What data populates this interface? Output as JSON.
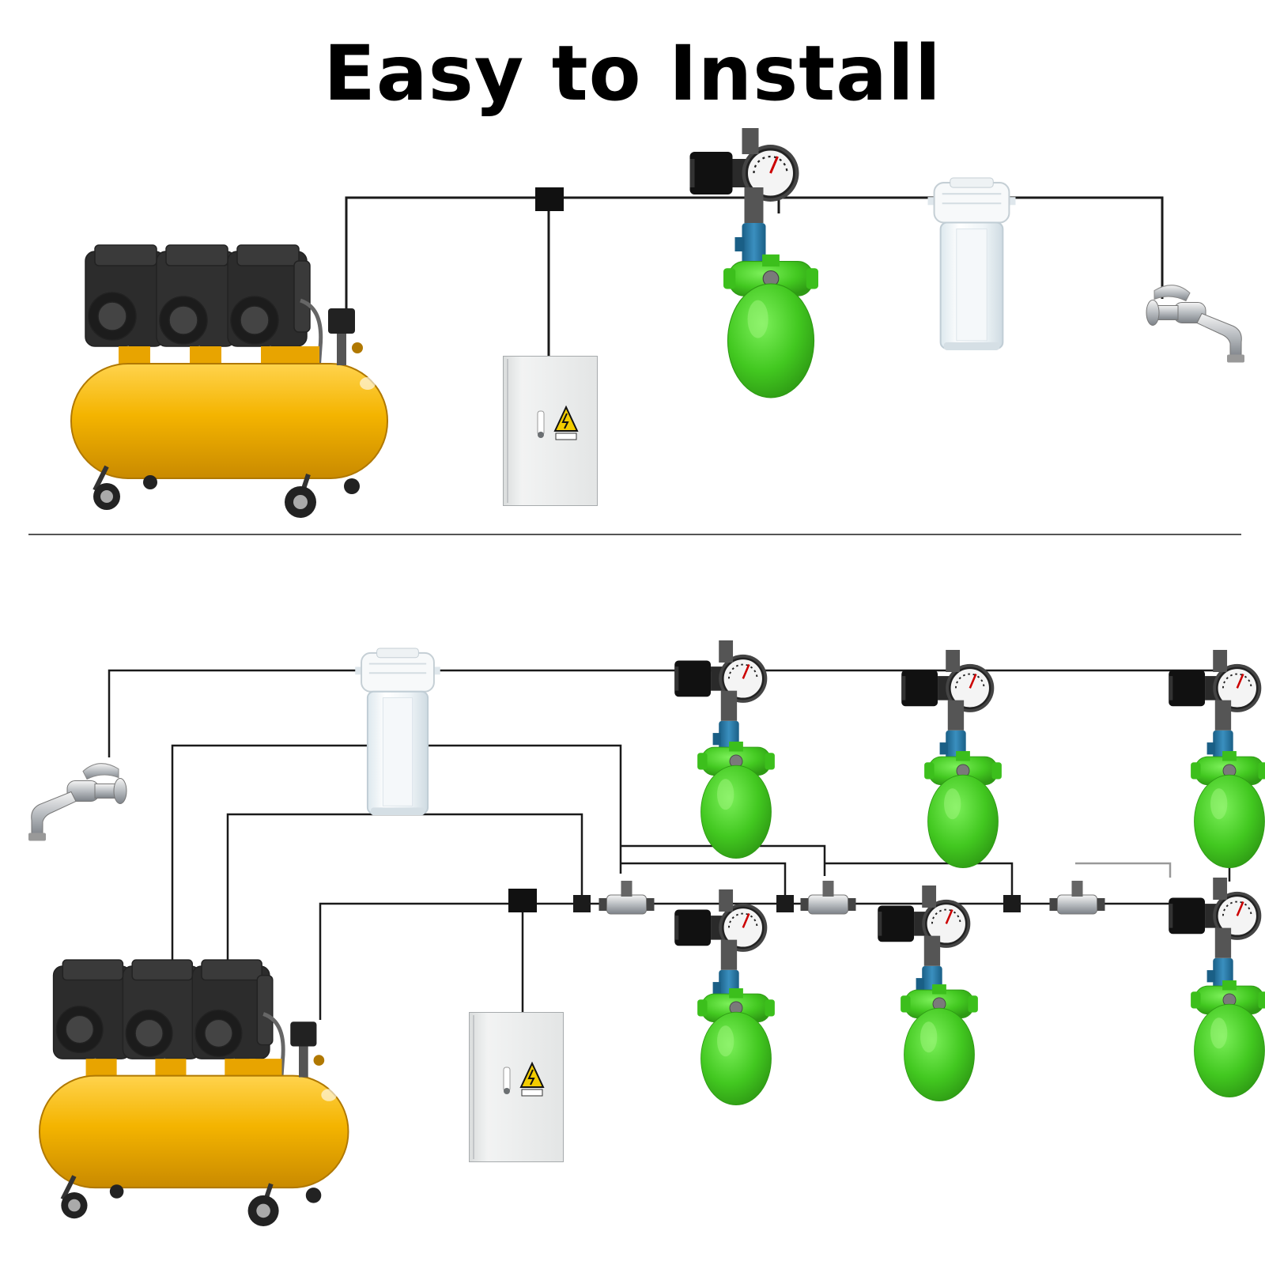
{
  "title": "Easy to Install",
  "colors": {
    "background": "#ffffff",
    "pipe": "#1a1a1a",
    "tank_yellow": "#f4b400",
    "nozzle_green": "#4cd42a",
    "separator": "#555555"
  },
  "sections": [
    {
      "name": "single-nozzle-setup",
      "components": [
        "air-compressor",
        "control-box",
        "pressure-regulator",
        "atomizing-nozzle",
        "water-filter",
        "water-tap"
      ],
      "nozzle_count": 1
    },
    {
      "name": "multi-nozzle-setup",
      "components": [
        "air-compressor",
        "control-box",
        "water-filter",
        "water-tap",
        "pipe-tee-fittings",
        "pressure-regulator",
        "atomizing-nozzle"
      ],
      "nozzle_count": 6
    }
  ],
  "icons": [
    "air-compressor-icon",
    "control-box-icon",
    "warning-icon",
    "pressure-gauge-icon",
    "regulator-knob-icon",
    "atomizing-nozzle-icon",
    "water-filter-icon",
    "water-tap-icon",
    "pipe-tee-icon",
    "junction-block-icon"
  ]
}
